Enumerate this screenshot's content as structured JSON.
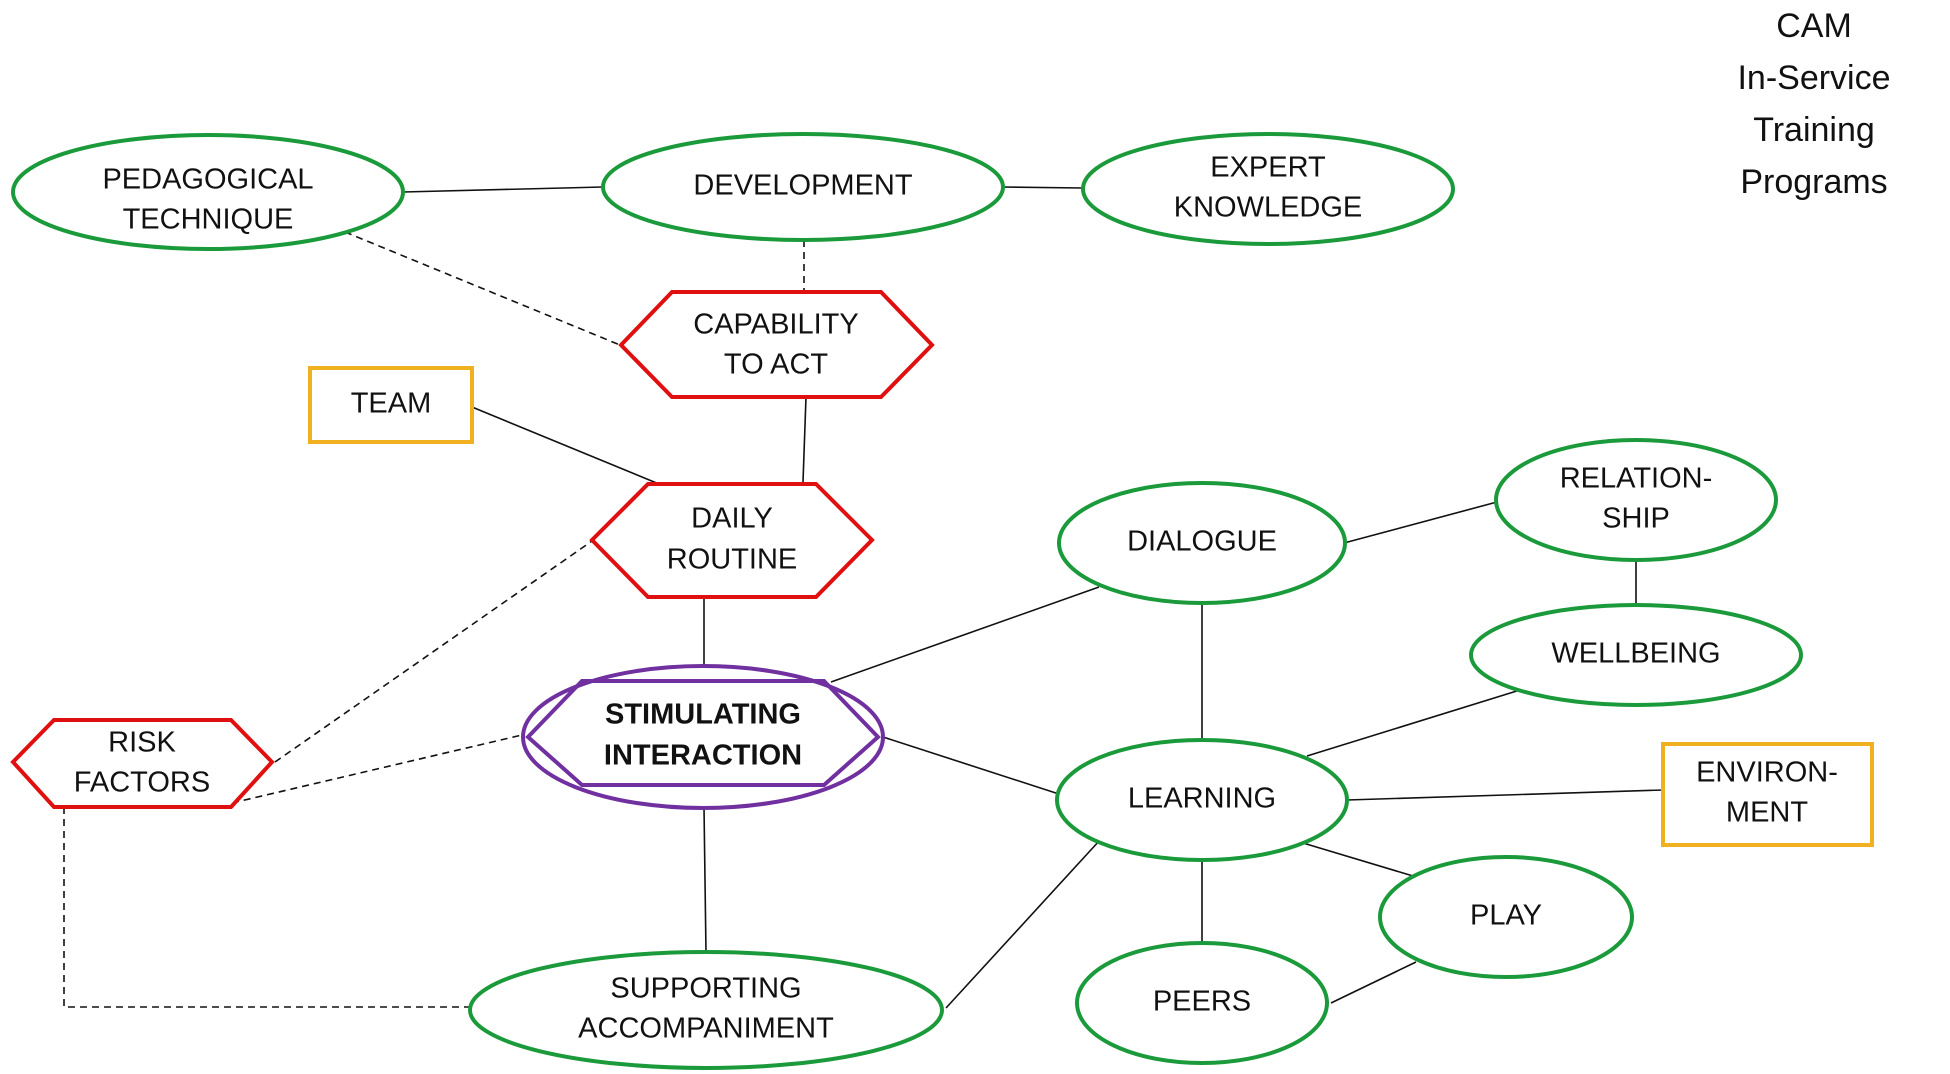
{
  "title": {
    "lines": [
      "CAM",
      "In-Service",
      "Training",
      "Programs"
    ]
  },
  "colors": {
    "ellipse_outline": "#1a9a3a",
    "hexagon_outline": "#e01010",
    "rectangle_outline": "#f0b020",
    "central_outline": "#7030a0",
    "connector": "#111111"
  },
  "nodes": {
    "pedagogical_technique": [
      "PEDAGOGICAL",
      "TECHNIQUE"
    ],
    "development": [
      "DEVELOPMENT"
    ],
    "expert_knowledge": [
      "EXPERT",
      "KNOWLEDGE"
    ],
    "capability_to_act": [
      "CAPABILITY",
      "TO ACT"
    ],
    "team": [
      "TEAM"
    ],
    "daily_routine": [
      "DAILY",
      "ROUTINE"
    ],
    "risk_factors": [
      "RISK",
      "FACTORS"
    ],
    "stimulating_interaction": [
      "STIMULATING",
      "INTERACTION"
    ],
    "supporting_accompaniment": [
      "SUPPORTING",
      "ACCOMPANIMENT"
    ],
    "dialogue": [
      "DIALOGUE"
    ],
    "relationship": [
      "RELATION-",
      "SHIP"
    ],
    "wellbeing": [
      "WELLBEING"
    ],
    "learning": [
      "LEARNING"
    ],
    "environment": [
      "ENVIRON-",
      "MENT"
    ],
    "play": [
      "PLAY"
    ],
    "peers": [
      "PEERS"
    ]
  },
  "connections": [
    {
      "from": "pedagogical_technique",
      "to": "development",
      "style": "solid"
    },
    {
      "from": "development",
      "to": "expert_knowledge",
      "style": "solid"
    },
    {
      "from": "pedagogical_technique",
      "to": "capability_to_act",
      "style": "dashed"
    },
    {
      "from": "development",
      "to": "capability_to_act",
      "style": "dashed"
    },
    {
      "from": "capability_to_act",
      "to": "daily_routine",
      "style": "solid"
    },
    {
      "from": "team",
      "to": "daily_routine",
      "style": "solid"
    },
    {
      "from": "daily_routine",
      "to": "stimulating_interaction",
      "style": "solid"
    },
    {
      "from": "risk_factors",
      "to": "daily_routine",
      "style": "dashed"
    },
    {
      "from": "risk_factors",
      "to": "stimulating_interaction",
      "style": "dashed"
    },
    {
      "from": "risk_factors",
      "to": "supporting_accompaniment",
      "style": "dashed"
    },
    {
      "from": "stimulating_interaction",
      "to": "supporting_accompaniment",
      "style": "solid"
    },
    {
      "from": "stimulating_interaction",
      "to": "dialogue",
      "style": "solid"
    },
    {
      "from": "stimulating_interaction",
      "to": "learning",
      "style": "solid"
    },
    {
      "from": "dialogue",
      "to": "relationship",
      "style": "solid"
    },
    {
      "from": "relationship",
      "to": "wellbeing",
      "style": "solid"
    },
    {
      "from": "dialogue",
      "to": "learning",
      "style": "solid"
    },
    {
      "from": "learning",
      "to": "wellbeing",
      "style": "solid"
    },
    {
      "from": "learning",
      "to": "environment",
      "style": "solid"
    },
    {
      "from": "learning",
      "to": "play",
      "style": "solid"
    },
    {
      "from": "learning",
      "to": "peers",
      "style": "solid"
    },
    {
      "from": "play",
      "to": "peers",
      "style": "solid"
    },
    {
      "from": "learning",
      "to": "supporting_accompaniment",
      "style": "solid"
    }
  ]
}
